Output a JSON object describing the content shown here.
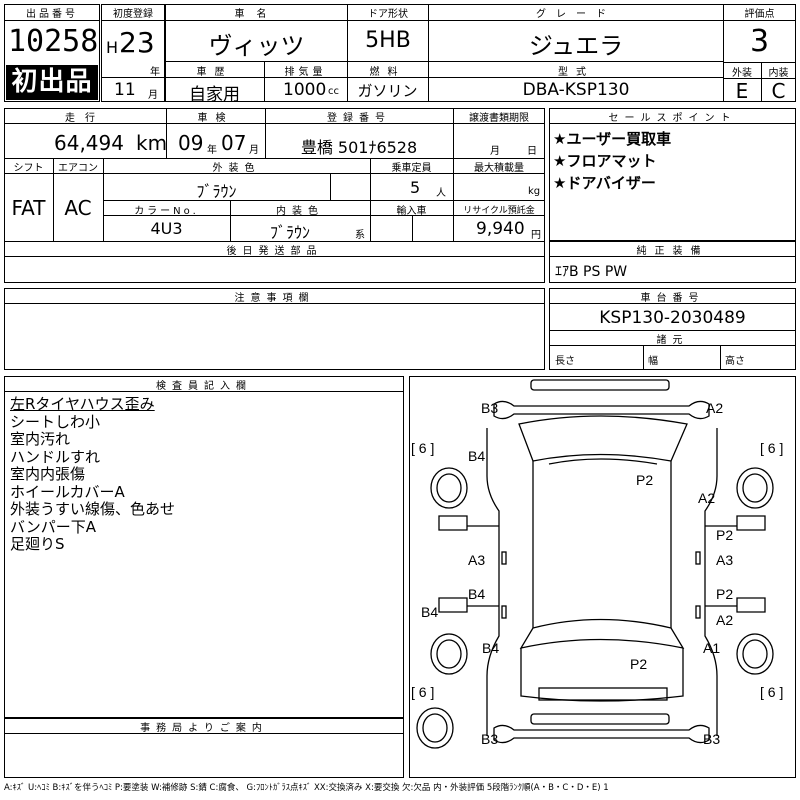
{
  "header": {
    "lot_number_label": "出品番号",
    "lot_number": "10258",
    "first_listing": "初出品",
    "first_reg_label": "初度登録",
    "era_prefix": "H",
    "year": "23",
    "year_unit": "年",
    "month": "11",
    "month_unit": "月",
    "car_name_label": "車名",
    "car_name": "ヴィッツ",
    "door_label": "ドア形状",
    "door": "5HB",
    "grade_label": "グレード",
    "grade": "ジュエラ",
    "score_label": "評価点",
    "score": "3",
    "history_label": "車歴",
    "history": "自家用",
    "displacement_label": "排気量",
    "displacement": "1000",
    "displacement_unit": "cc",
    "fuel_label": "燃料",
    "fuel": "ガソリン",
    "model_label": "型式",
    "model": "DBA-KSP130",
    "exterior_label": "外装",
    "exterior": "E",
    "interior_label": "内装",
    "interior": "C"
  },
  "row2": {
    "mileage_label": "走行",
    "mileage": "64,494",
    "mileage_unit": "km",
    "inspection_label": "車検",
    "inspection_year": "09",
    "inspection_year_unit": "年",
    "inspection_month": "07",
    "inspection_month_unit": "月",
    "plate_label": "登録番号",
    "plate": "豊橋 501ﾅ6528",
    "transfer_label": "譲渡書類期限",
    "transfer_month_unit": "月",
    "transfer_day_unit": "日",
    "shift_label": "シフト",
    "shift": "FAT",
    "ac_label": "エアコン",
    "ac": "AC",
    "ext_color_label": "外装色",
    "ext_color": "ﾌﾞﾗｳﾝ",
    "capacity_label": "乗車定員",
    "capacity": "5",
    "capacity_unit": "人",
    "load_label": "最大積載量",
    "load_unit": "kg",
    "color_no_label": "カラーNo.",
    "color_no": "4U3",
    "int_color_label": "内装色",
    "int_color": "ﾌﾞﾗｳﾝ",
    "int_color_unit": "系",
    "import_label": "輸入車",
    "recycle_label": "リサイクル預託金",
    "recycle": "9,940",
    "recycle_unit": "円",
    "later_parts_label": "後日発送部品"
  },
  "sales": {
    "label": "セールスポイント",
    "points": [
      "★ユーザー買取車",
      "★フロアマット",
      "★ドアバイザー"
    ]
  },
  "equipment": {
    "label": "純正装備",
    "value": "ｴｱB PS PW"
  },
  "notes": {
    "label": "注意事項欄"
  },
  "chassis": {
    "label": "車台番号",
    "value": "KSP130-2030489",
    "dims_label": "諸元",
    "length_label": "長さ",
    "width_label": "幅",
    "height_label": "高さ"
  },
  "inspector": {
    "label": "検査員記入欄",
    "lines": [
      "左Rタイヤハウス歪み",
      "シートしわ小",
      "室内汚れ",
      "ハンドルすれ",
      "室内内張傷",
      "ホイールカバーA",
      "外装うすい線傷、色あせ",
      "バンパー下A",
      "足廻りS"
    ]
  },
  "office": {
    "label": "事務局よりご案内"
  },
  "damage_map": {
    "tire_brackets": [
      "[ 6 ]",
      "[ 6 ]",
      "[ 6 ]",
      "[ 6 ]"
    ],
    "marks": [
      "B3",
      "A2",
      "B4",
      "P2",
      "A2",
      "P2",
      "A3",
      "A3",
      "B4",
      "P2",
      "A2",
      "B4",
      "B4",
      "A1",
      "P2",
      "B3",
      "B3"
    ]
  },
  "legend": "A:ｷｽﾞ U:ﾍｺﾐ B:ｷｽﾞを伴うﾍｺﾐ P:要塗装 W:補修跡 S:錆 C:腐食、 G:ﾌﾛﾝﾄｶﾞﾗｽ点ｷｽﾞ XX:交換済み X:要交換 欠:欠品 内・外装評価 5段階ﾗﾝｸ順(A・B・C・D・E) 1"
}
